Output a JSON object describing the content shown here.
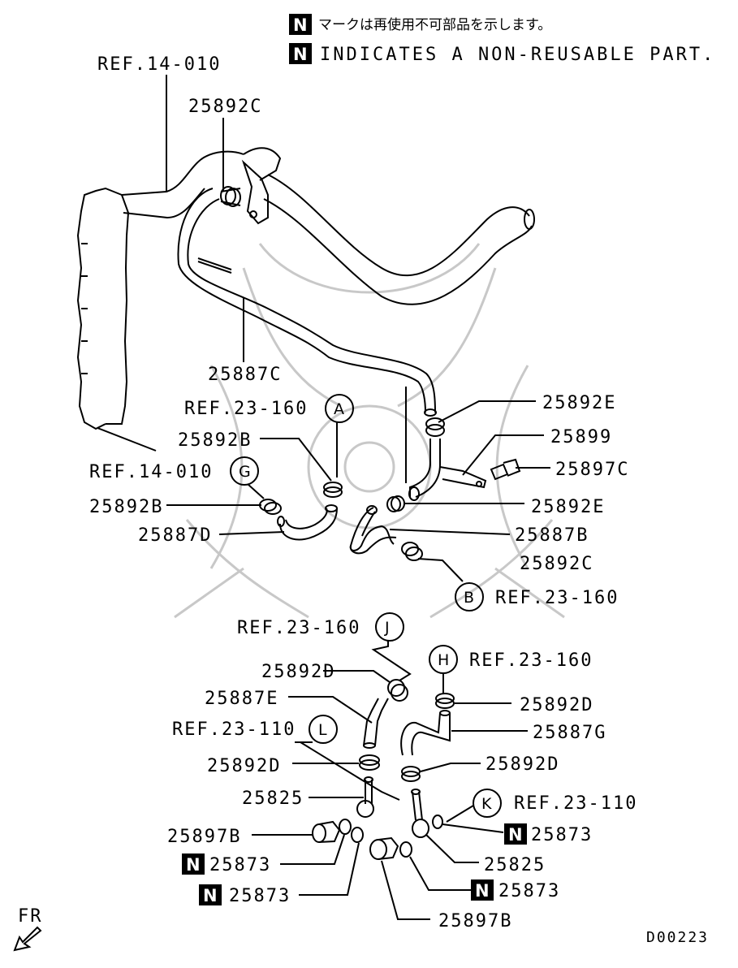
{
  "legend": {
    "badge": "N",
    "jp_note": "マークは再使用不可部品を示します。",
    "en_note": "INDICATES A NON-REUSABLE PART."
  },
  "refs": {
    "ref_14_010_top": "REF.14-010",
    "ref_23_160_a": "REF.23-160",
    "ref_14_010_g": "REF.14-010",
    "ref_23_160_b": "REF.23-160",
    "ref_23_160_j": "REF.23-160",
    "ref_23_160_h": "REF.23-160",
    "ref_23_110_l": "REF.23-110",
    "ref_23_110_k": "REF.23-110"
  },
  "circles": {
    "a": "A",
    "g": "G",
    "b": "B",
    "j": "J",
    "h": "H",
    "l": "L",
    "k": "K"
  },
  "parts": {
    "p25892c_top": "25892C",
    "p25887c": "25887C",
    "p25892e_1": "25892E",
    "p25899": "25899",
    "p25892b_1": "25892B",
    "p25897c": "25897C",
    "p25892b_2": "25892B",
    "p25892e_2": "25892E",
    "p25887d": "25887D",
    "p25887b": "25887B",
    "p25892c_2": "25892C",
    "p25892d_1": "25892D",
    "p25887e": "25887E",
    "p25892d_2": "25892D",
    "p25887g": "25887G",
    "p25892d_3": "25892D",
    "p25892d_4": "25892D",
    "p25825_1": "25825",
    "p25873_1": "25873",
    "p25897b_1": "25897B",
    "p25825_2": "25825",
    "p25873_2": "25873",
    "p25873_3": "25873",
    "p25873_4": "25873",
    "p25897b_2": "25897B"
  },
  "direction": {
    "fr": "FR"
  },
  "diagram_code": "D00223"
}
